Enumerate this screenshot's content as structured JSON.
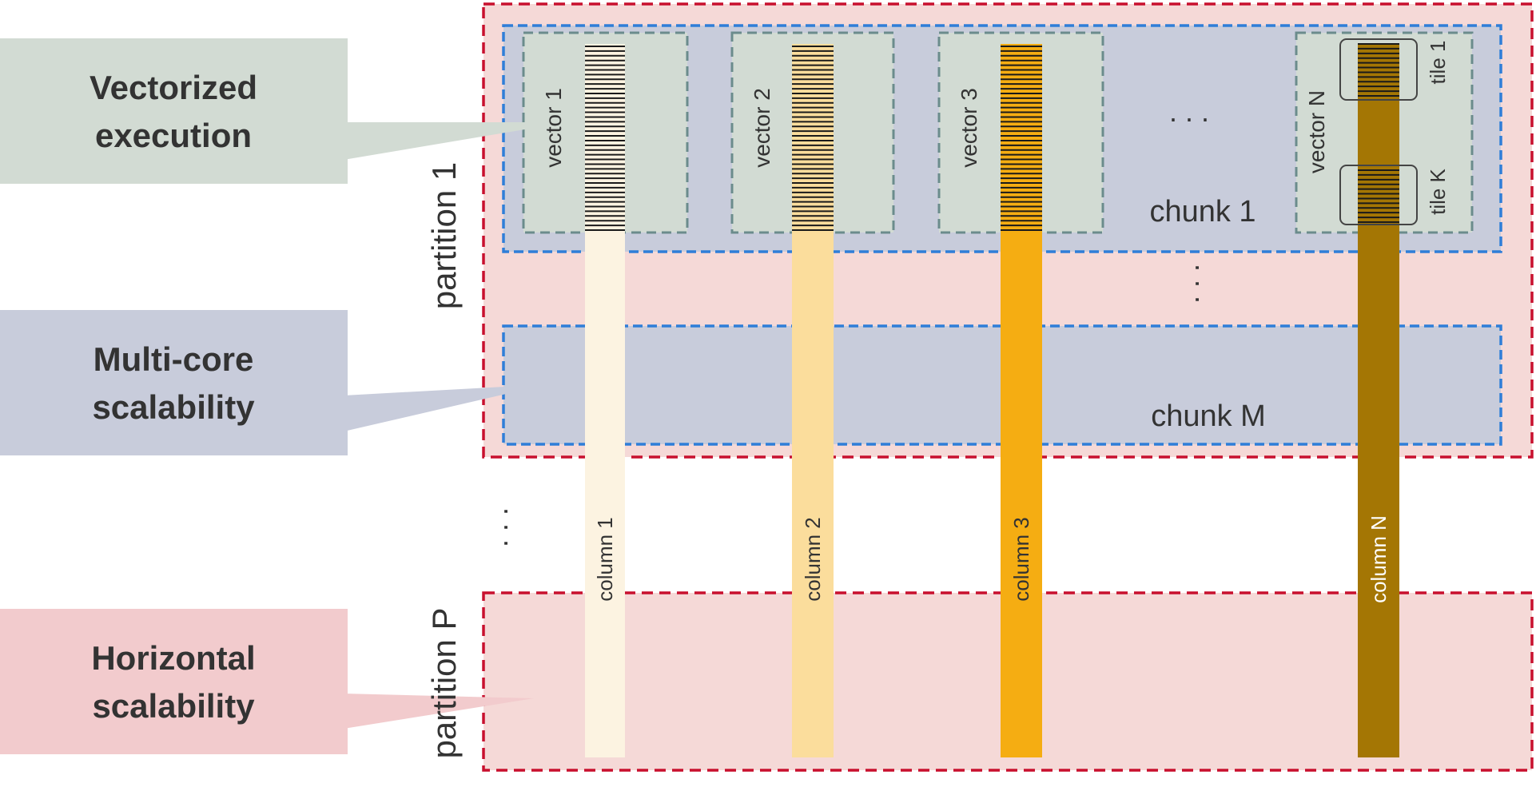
{
  "callouts": [
    {
      "id": "vectorized",
      "line1": "Vectorized",
      "line2": "execution"
    },
    {
      "id": "multicore",
      "line1": "Multi-core",
      "line2": "scalability"
    },
    {
      "id": "horizontal",
      "line1": "Horizontal",
      "line2": "scalability"
    }
  ],
  "partitions": {
    "first": "partition 1",
    "last": "partition P",
    "between_dots": ". . ."
  },
  "chunks": {
    "first": "chunk 1",
    "last": "chunk M",
    "between_dots": ". . ."
  },
  "vectors": [
    "vector 1",
    "vector 2",
    "vector 3",
    "vector N"
  ],
  "vectors_gap_dots": ". . .",
  "columns": [
    "column 1",
    "column 2",
    "column 3",
    "column N"
  ],
  "tiles": [
    "tile 1",
    "tile K"
  ],
  "colors": {
    "partition_fill": "#f5d9d7",
    "partition_border": "#c8102e",
    "chunk_fill": "#c8ccdb",
    "chunk_border": "#2f7ed8",
    "vector_fill": "#d2dbd3",
    "vector_border": "#6b8c8c",
    "callout_vectorized": "#d2dbd3",
    "callout_multicore": "#c8ccdb",
    "callout_horizontal": "#f2cbcd",
    "column_1": "#fcf3e1",
    "column_2": "#fbdd9c",
    "column_3": "#f5ad12",
    "column_n": "#a47604"
  }
}
